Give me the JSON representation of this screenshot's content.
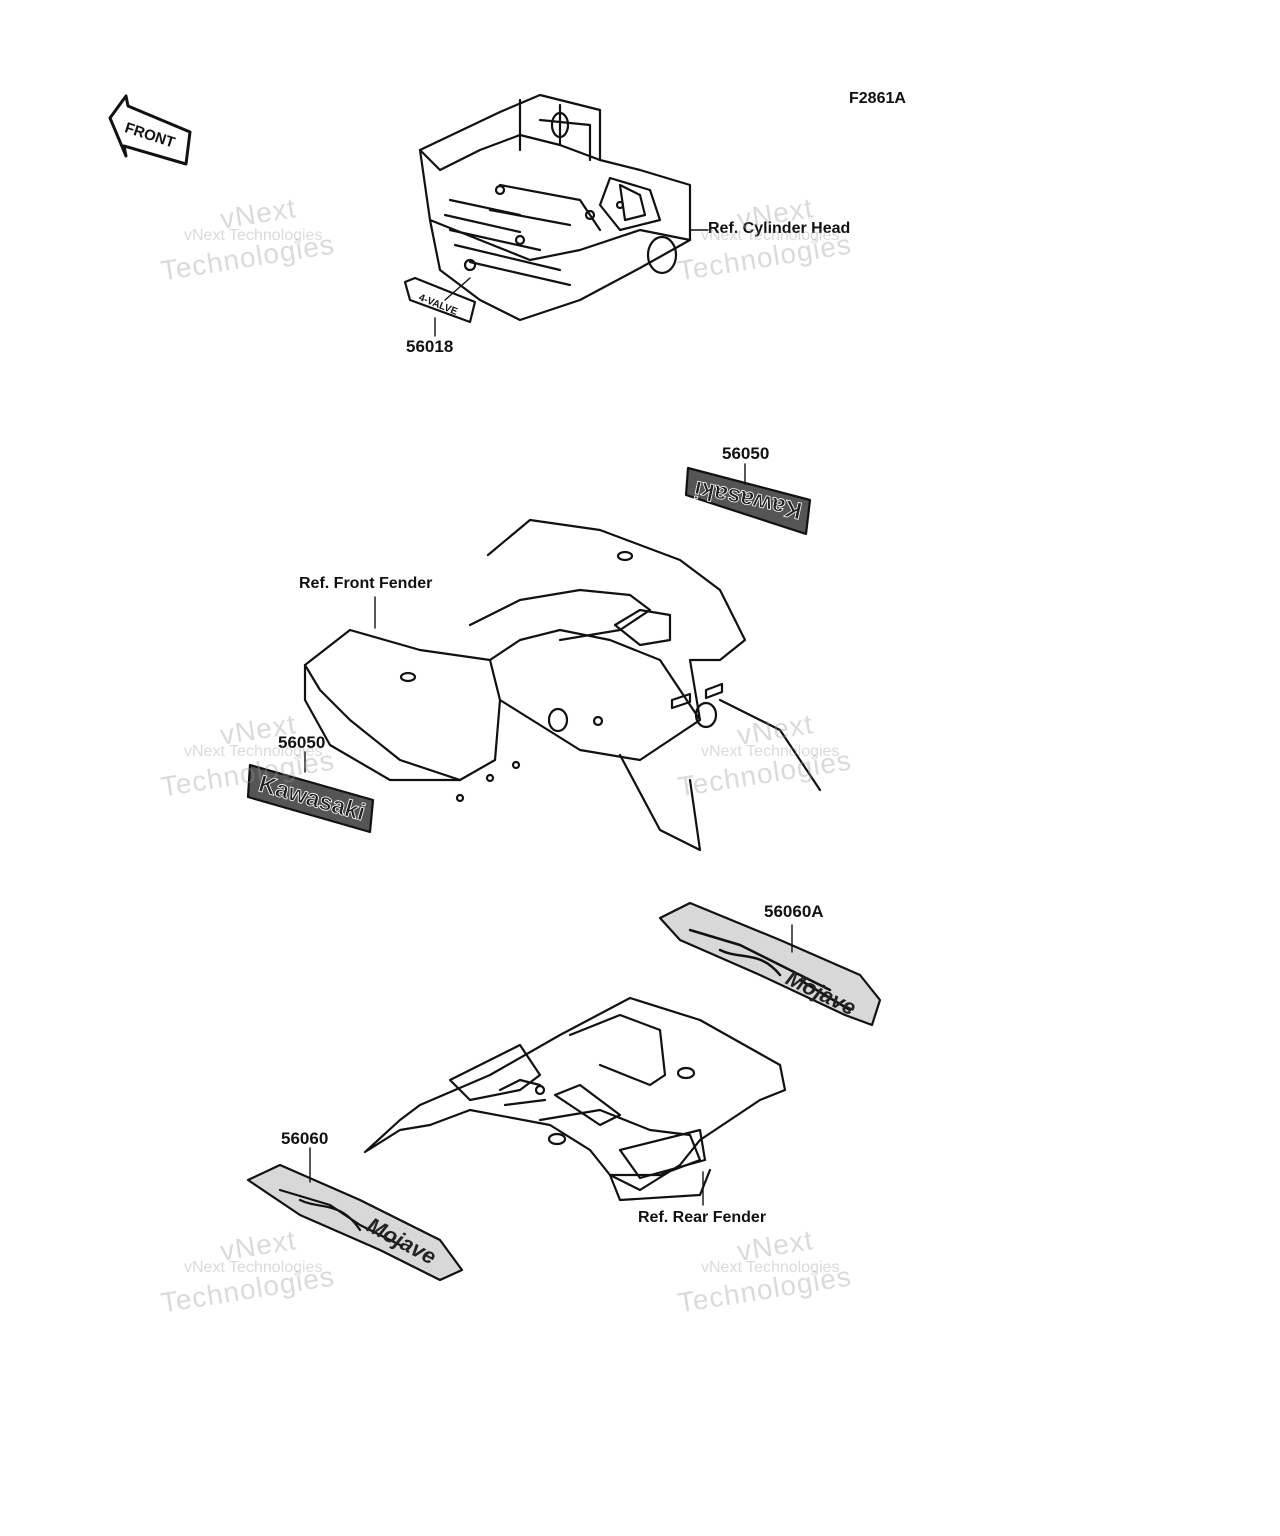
{
  "drawing_code": "F2861A",
  "front_arrow": "FRONT",
  "head_label": "4-VALVE",
  "parts": {
    "head_emblem": "56018",
    "emblem_top": "56050",
    "emblem_left": "56050",
    "decal_right": "56060A",
    "decal_left": "56060"
  },
  "refs": {
    "cylinder_head": "Ref. Cylinder Head",
    "front_fender": "Ref. Front Fender",
    "rear_fender": "Ref. Rear Fender"
  },
  "emblem_text": "Kawasaki",
  "decal_text": "Mojave",
  "watermark": {
    "line1": "vNext Technologies",
    "line2": "Technologies",
    "line3": "vNext"
  }
}
